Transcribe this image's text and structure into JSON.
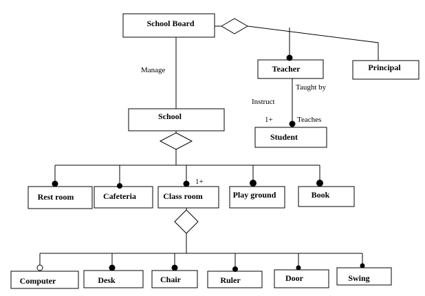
{
  "entities": {
    "school_board": "School Board",
    "teacher": "Teacher",
    "principal": "Principal",
    "school": "School",
    "student": "Student",
    "rest_room": "Rest room",
    "cafeteria": "Cafeteria",
    "class_room": "Class room",
    "play_ground": "Play ground",
    "book": "Book",
    "computer": "Computer",
    "desk": "Desk",
    "chair": "Chair",
    "ruler": "Ruler",
    "door": "Door",
    "swing": "Swing"
  },
  "relations": {
    "manage": "Manage",
    "taught_by": "Taught by",
    "instruct": "Instruct",
    "teaches": "Teaches",
    "student_multiplicity": "1+",
    "classroom_multiplicity": "1+"
  }
}
